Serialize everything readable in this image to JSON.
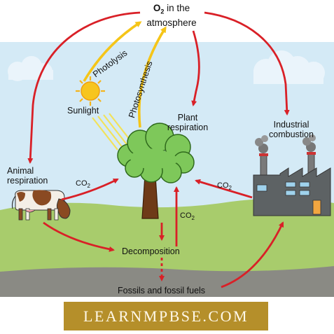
{
  "title": {
    "prefix": "O",
    "sub": "2",
    "suffix": " in the",
    "line2": "atmosphere"
  },
  "labels": {
    "sunlight": "Sunlight",
    "photolysis": "Photolysis",
    "photosynthesis": "Photosynthesis",
    "plant_respiration": [
      "Plant",
      "respiration"
    ],
    "industrial_combustion": [
      "Industrial",
      "combustion"
    ],
    "animal_respiration": [
      "Animal",
      "respiration"
    ],
    "decomposition": "Decomposition",
    "fossils": "Fossils and fossil fuels"
  },
  "co2": {
    "main": "CO",
    "sub": "2"
  },
  "banner": "LEARNMPBSE.COM",
  "colors": {
    "arrow_red": "#d92027",
    "arrow_yellow": "#f5c518",
    "sky": "#d4eaf6",
    "grass": "#a8cc6c",
    "ground": "#8a8a84",
    "tree_canopy": "#7ec85a",
    "trunk": "#6e3a18"
  }
}
